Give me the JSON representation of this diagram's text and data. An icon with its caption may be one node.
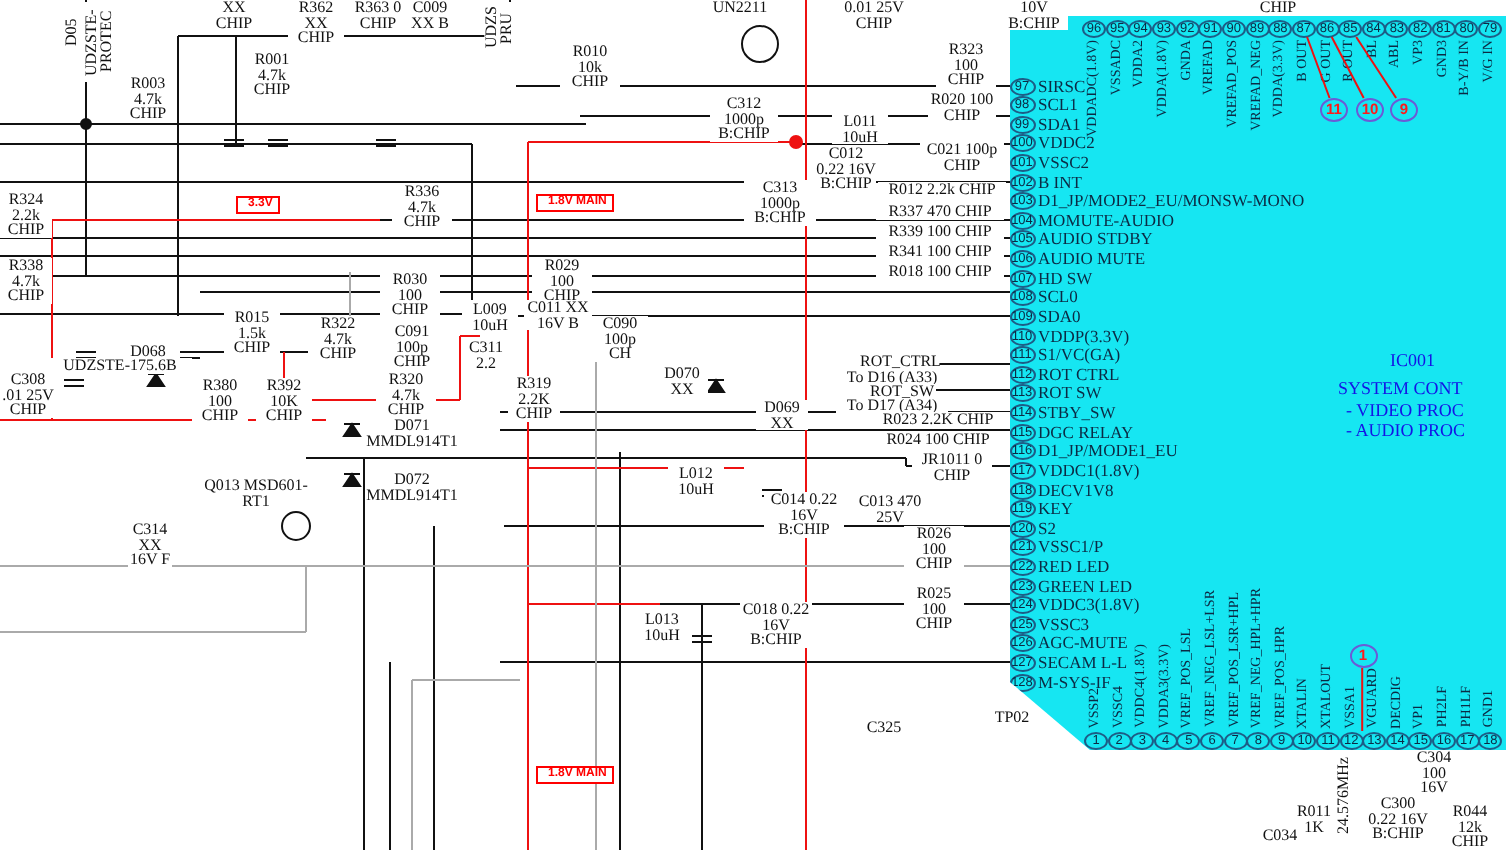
{
  "diagram": {
    "nodes": [
      {
        "text": [
          "IC001",
          "SYSTEM CONT",
          "- VIDEO PROC",
          "- AUDIO PROC"
        ]
      },
      {
        "text": [
          "96"
        ],
        "in": 0,
        "beside": [
          "VDDADC(1.8V)"
        ]
      },
      {
        "text": [
          "95"
        ],
        "in": 0,
        "beside": [
          "VSSADC"
        ]
      },
      {
        "text": [
          "94"
        ],
        "in": 0,
        "beside": [
          "VDDA2"
        ]
      },
      {
        "text": [
          "93"
        ],
        "in": 0,
        "beside": [
          "VDDA(1.8V)"
        ]
      },
      {
        "text": [
          "92"
        ],
        "in": 0,
        "beside": [
          "GNDA"
        ]
      },
      {
        "text": [
          "91"
        ],
        "in": 0,
        "beside": [
          "VREFAD"
        ]
      },
      {
        "text": [
          "90"
        ],
        "in": 0,
        "beside": [
          "VREFAD_POS"
        ]
      },
      {
        "text": [
          "89"
        ],
        "in": 0,
        "beside": [
          "VREFAD_NEG"
        ]
      },
      {
        "text": [
          "88"
        ],
        "in": 0,
        "beside": [
          "VDDA(3.3V)"
        ]
      },
      {
        "text": [
          "87"
        ],
        "in": 0,
        "beside": [
          "B OUT"
        ]
      },
      {
        "text": [
          "86"
        ],
        "in": 0,
        "beside": [
          "G OUT"
        ]
      },
      {
        "text": [
          "85"
        ],
        "in": 0,
        "beside": [
          "R OUT"
        ]
      },
      {
        "text": [
          "84"
        ],
        "in": 0,
        "beside": [
          "BL"
        ]
      },
      {
        "text": [
          "83"
        ],
        "in": 0,
        "beside": [
          "ABL"
        ]
      },
      {
        "text": [
          "82"
        ],
        "in": 0,
        "beside": [
          "VP3"
        ]
      },
      {
        "text": [
          "81"
        ],
        "in": 0,
        "beside": [
          "GND3"
        ]
      },
      {
        "text": [
          "80"
        ],
        "in": 0,
        "beside": [
          "B-Y/B IN"
        ]
      },
      {
        "text": [
          "79"
        ],
        "in": 0,
        "beside": [
          "V/G IN"
        ]
      },
      {
        "text": [
          "11"
        ],
        "in": 0
      },
      {
        "text": [
          "10"
        ],
        "in": 0
      },
      {
        "text": [
          "9"
        ],
        "in": 0
      },
      {
        "text": [
          "97"
        ],
        "in": 0,
        "beside": [
          "SIRSC"
        ]
      },
      {
        "text": [
          "98"
        ],
        "in": 0,
        "beside": [
          "SCL1"
        ]
      },
      {
        "text": [
          "99"
        ],
        "in": 0,
        "beside": [
          "SDA1"
        ]
      },
      {
        "text": [
          "100"
        ],
        "in": 0,
        "beside": [
          "VDDC2"
        ]
      },
      {
        "text": [
          "101"
        ],
        "in": 0,
        "beside": [
          "VSSC2"
        ]
      },
      {
        "text": [
          "102"
        ],
        "in": 0,
        "beside": [
          "B INT"
        ]
      },
      {
        "text": [
          "103"
        ],
        "in": 0,
        "beside": [
          "D1_JP/MODE2_EU/MONSW-MONO"
        ]
      },
      {
        "text": [
          "104"
        ],
        "in": 0,
        "beside": [
          "MOMUTE-AUDIO"
        ]
      },
      {
        "text": [
          "105"
        ],
        "in": 0,
        "beside": [
          "AUDIO STDBY"
        ]
      },
      {
        "text": [
          "106"
        ],
        "in": 0,
        "beside": [
          "AUDIO MUTE"
        ]
      },
      {
        "text": [
          "107"
        ],
        "in": 0,
        "beside": [
          "HD SW"
        ]
      },
      {
        "text": [
          "108"
        ],
        "in": 0,
        "beside": [
          "SCL0"
        ]
      },
      {
        "text": [
          "109"
        ],
        "in": 0,
        "beside": [
          "SDA0"
        ]
      },
      {
        "text": [
          "110"
        ],
        "in": 0,
        "beside": [
          "VDDP(3.3V)"
        ]
      },
      {
        "text": [
          "111"
        ],
        "in": 0,
        "beside": [
          "S1/VC(GA)"
        ]
      },
      {
        "text": [
          "112"
        ],
        "in": 0,
        "beside": [
          "ROT CTRL"
        ]
      },
      {
        "text": [
          "113"
        ],
        "in": 0,
        "beside": [
          "ROT SW"
        ]
      },
      {
        "text": [
          "114"
        ],
        "in": 0,
        "beside": [
          "STBY_SW"
        ]
      },
      {
        "text": [
          "115"
        ],
        "in": 0,
        "beside": [
          "DGC RELAY"
        ]
      },
      {
        "text": [
          "116"
        ],
        "in": 0,
        "beside": [
          "D1_JP/MODE1_EU"
        ]
      },
      {
        "text": [
          "117"
        ],
        "in": 0,
        "beside": [
          "VDDC1(1.8V)"
        ]
      },
      {
        "text": [
          "118"
        ],
        "in": 0,
        "beside": [
          "DECV1V8"
        ]
      },
      {
        "text": [
          "119"
        ],
        "in": 0,
        "beside": [
          "KEY"
        ]
      },
      {
        "text": [
          "120"
        ],
        "in": 0,
        "beside": [
          "S2"
        ]
      },
      {
        "text": [
          "121"
        ],
        "in": 0,
        "beside": [
          "VSSC1/P"
        ]
      },
      {
        "text": [
          "122"
        ],
        "in": 0,
        "beside": [
          "RED LED"
        ]
      },
      {
        "text": [
          "123"
        ],
        "in": 0,
        "beside": [
          "GREEN LED"
        ]
      },
      {
        "text": [
          "124"
        ],
        "in": 0,
        "beside": [
          "VDDC3(1.8V)"
        ]
      },
      {
        "text": [
          "125"
        ],
        "in": 0,
        "beside": [
          "VSSC3"
        ]
      },
      {
        "text": [
          "126"
        ],
        "in": 0,
        "beside": [
          "AGC-MUTE"
        ]
      },
      {
        "text": [
          "127"
        ],
        "in": 0,
        "beside": [
          "SECAM L-L"
        ]
      },
      {
        "text": [
          "128"
        ],
        "in": 0,
        "beside": [
          "M-SYS-IF"
        ]
      },
      {
        "text": [
          "1"
        ],
        "in": 0,
        "beside": [
          "VSSP2"
        ]
      },
      {
        "text": [
          "2"
        ],
        "in": 0,
        "beside": [
          "VSSC4"
        ]
      },
      {
        "text": [
          "3"
        ],
        "in": 0,
        "beside": [
          "VDDC4(1.8V)"
        ]
      },
      {
        "text": [
          "4"
        ],
        "in": 0,
        "beside": [
          "VDDA3(3.3V)"
        ]
      },
      {
        "text": [
          "5"
        ],
        "in": 0,
        "beside": [
          "VREF_POS_LSL"
        ]
      },
      {
        "text": [
          "6"
        ],
        "in": 0,
        "beside": [
          "VREF_NEG_LSL+LSR"
        ]
      },
      {
        "text": [
          "7"
        ],
        "in": 0,
        "beside": [
          "VREF_POS_LSR+HPL"
        ]
      },
      {
        "text": [
          "8"
        ],
        "in": 0,
        "beside": [
          "VREF_NEG_HPL+HPR"
        ]
      },
      {
        "text": [
          "9"
        ],
        "in": 0,
        "beside": [
          "VREF_POS_HPR"
        ]
      },
      {
        "text": [
          "10"
        ],
        "in": 0,
        "beside": [
          "XTALIN"
        ]
      },
      {
        "text": [
          "11"
        ],
        "in": 0,
        "beside": [
          "XTALOUT"
        ]
      },
      {
        "text": [
          "12"
        ],
        "in": 0,
        "beside": [
          "VSSA1"
        ]
      },
      {
        "text": [
          "13"
        ],
        "in": 0,
        "beside": [
          "VGUARD"
        ]
      },
      {
        "text": [
          "14"
        ],
        "in": 0,
        "beside": [
          "DECDIG"
        ]
      },
      {
        "text": [
          "15"
        ],
        "in": 0,
        "beside": [
          "VP1"
        ]
      },
      {
        "text": [
          "16"
        ],
        "in": 0,
        "beside": [
          "PH2LF"
        ]
      },
      {
        "text": [
          "17"
        ],
        "in": 0,
        "beside": [
          "PH1LF"
        ]
      },
      {
        "text": [
          "18"
        ],
        "in": 0,
        "beside": [
          "GND1"
        ]
      },
      {
        "text": [
          "1"
        ],
        "in": 0
      },
      {
        "text": [
          "3.3V"
        ]
      },
      {
        "text": [
          "1.8V MAIN"
        ]
      },
      {
        "text": [
          "1.8V MAIN"
        ]
      }
    ],
    "edges": [
      {
        "from": 19,
        "to": 10,
        "arrow": "none"
      },
      {
        "from": 20,
        "to": 11,
        "arrow": "none"
      },
      {
        "from": 21,
        "to": 12,
        "arrow": "none"
      },
      {
        "from": 72,
        "to": 65,
        "arrow": "none"
      }
    ],
    "labels": [
      "D05",
      "UDZSTE- PROTEC",
      "XX CHIP",
      "R362 XX CHIP",
      "R363 0 CHIP",
      "C009 XX B",
      "UDZS PRU",
      "UN2211",
      "0.01 25V CHIP",
      "10V B:CHIP",
      "CHIP",
      "R001 4.7k CHIP",
      "R003 4.7k CHIP",
      "R010 10k CHIP",
      "R323 100 CHIP",
      "C312 1000p B:CHIP",
      "R020 100 CHIP",
      "L011 10uH",
      "C012 0.22 16V B:CHIP",
      "C021 100p CHIP",
      "R324 2.2k CHIP",
      "R336 4.7k CHIP",
      "C313 1000p B:CHIP",
      "R012 2.2k CHIP",
      "R337 470 CHIP",
      "R339 100 CHIP",
      "R341 100 CHIP",
      "R018 100 CHIP",
      "R338 4.7k CHIP",
      "R030 100 CHIP",
      "R029 100 CHIP",
      "R015 1.5k CHIP",
      "R322 4.7k CHIP",
      "C091 100p CHIP",
      "L009 10uH",
      "C311 2.2",
      "C011 XX 16V B",
      "C090 100p CH",
      "D068",
      "UDZSTE-175.6B",
      "C308 .01 25V CHIP",
      "R380 100 CHIP",
      "R392 10K CHIP",
      "R320 4.7k CHIP",
      "R319 2.2K CHIP",
      "D070 XX",
      "D069 XX",
      "ROT_CTRL",
      "To D16 (A33)",
      "ROT_SW",
      "To D17 (A34)",
      "R023 2.2K CHIP",
      "R024 100 CHIP",
      "D071 MMDL914T1",
      "Q013 MSD601-RT1",
      "D072 MMDL914T1",
      "C314 XX 16V F",
      "JR1011 0 CHIP",
      "L012 10uH",
      "C014 0.22 16V B:CHIP",
      "C013 470 25V",
      "R026 100 CHIP",
      "R025 100 CHIP",
      "L013 10uH",
      "C018 0.22 16V B:CHIP",
      "C325",
      "TP02",
      "C304 100 16V",
      "C300 0.22 16V B:CHIP",
      "R044 12k CHIP",
      "C034",
      "R011 1K",
      "24.576MHz"
    ]
  }
}
